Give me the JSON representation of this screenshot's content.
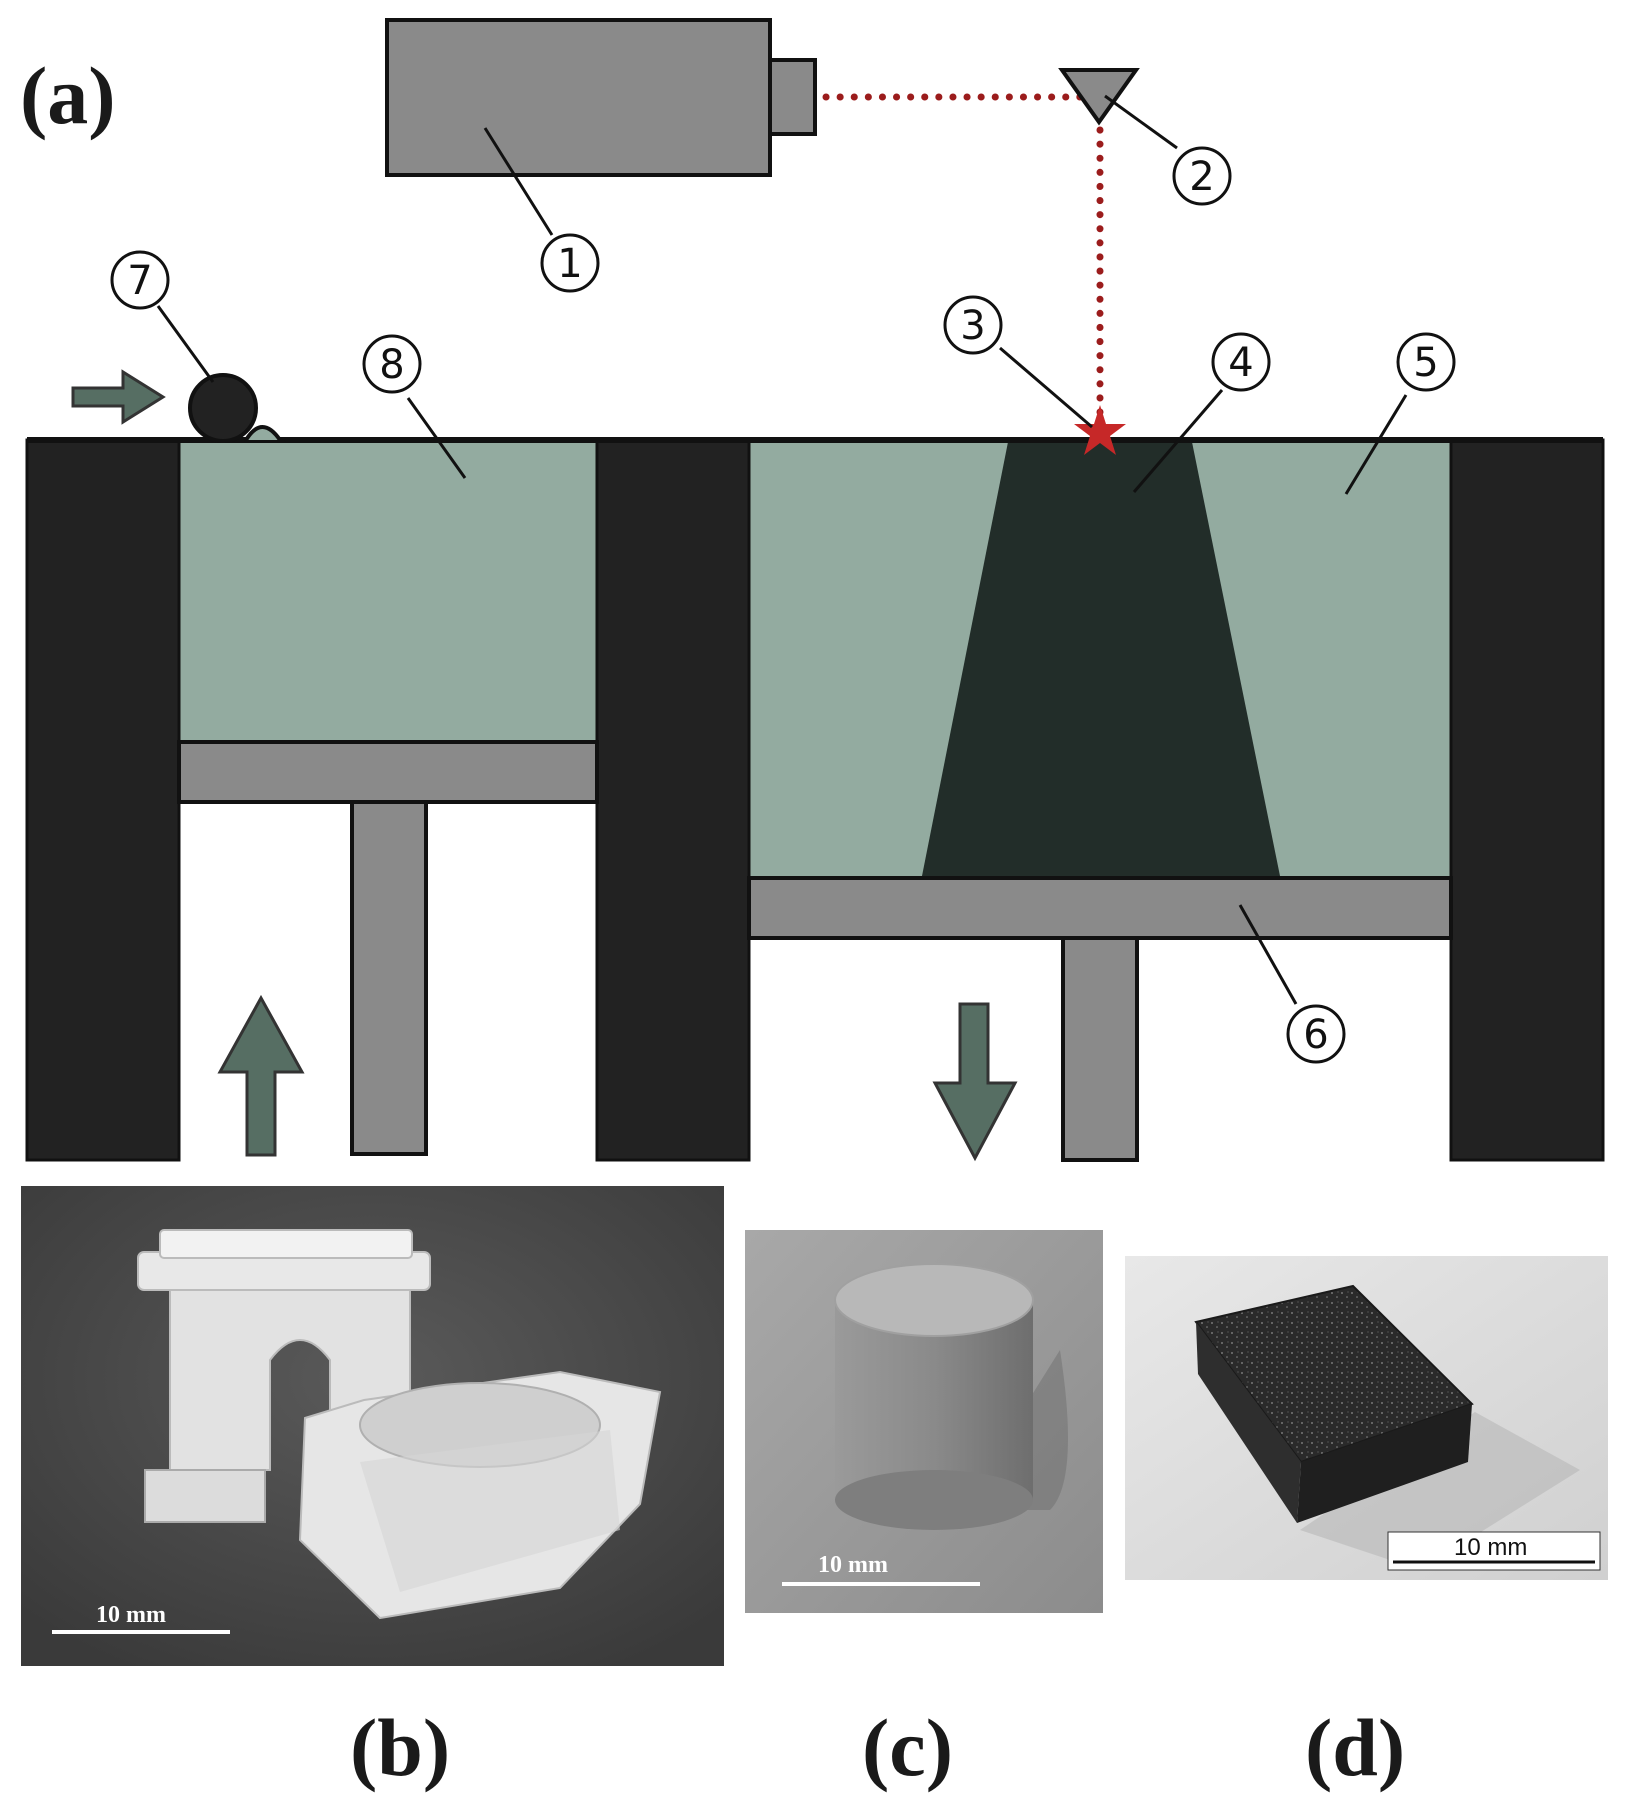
{
  "panels": {
    "a": "(a)",
    "b": "(b)",
    "c": "(c)",
    "d": "(d)"
  },
  "callouts": [
    "1",
    "2",
    "3",
    "4",
    "5",
    "6",
    "7",
    "8"
  ],
  "scale_bars": {
    "b": "10 mm",
    "c": "10 mm",
    "d": "10 mm"
  },
  "colors": {
    "wall": "#222222",
    "powder": "#93aba0",
    "part": "#222d29",
    "platform": "#8a8a8a",
    "laser_path": "#9b1c1c",
    "arrow": "#566e63"
  }
}
